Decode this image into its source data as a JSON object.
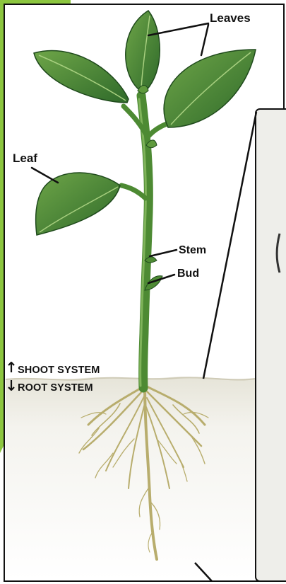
{
  "labels": {
    "leaves": "Leaves",
    "leaf": "Leaf",
    "stem": "Stem",
    "bud": "Bud",
    "shoot_system": "SHOOT SYSTEM",
    "root_system": "ROOT SYSTEM"
  },
  "icons": {
    "up_arrow": "up-arrow-icon",
    "down_arrow": "down-arrow-icon"
  },
  "colors": {
    "left_accent": "#8cc63f",
    "leaf_dark": "#2f6a2a",
    "leaf_light": "#6ea548",
    "stem": "#4d8a33",
    "root": "#b8ad6d",
    "frame": "#111111",
    "zoom_panel_bg": "#eeeeea"
  }
}
